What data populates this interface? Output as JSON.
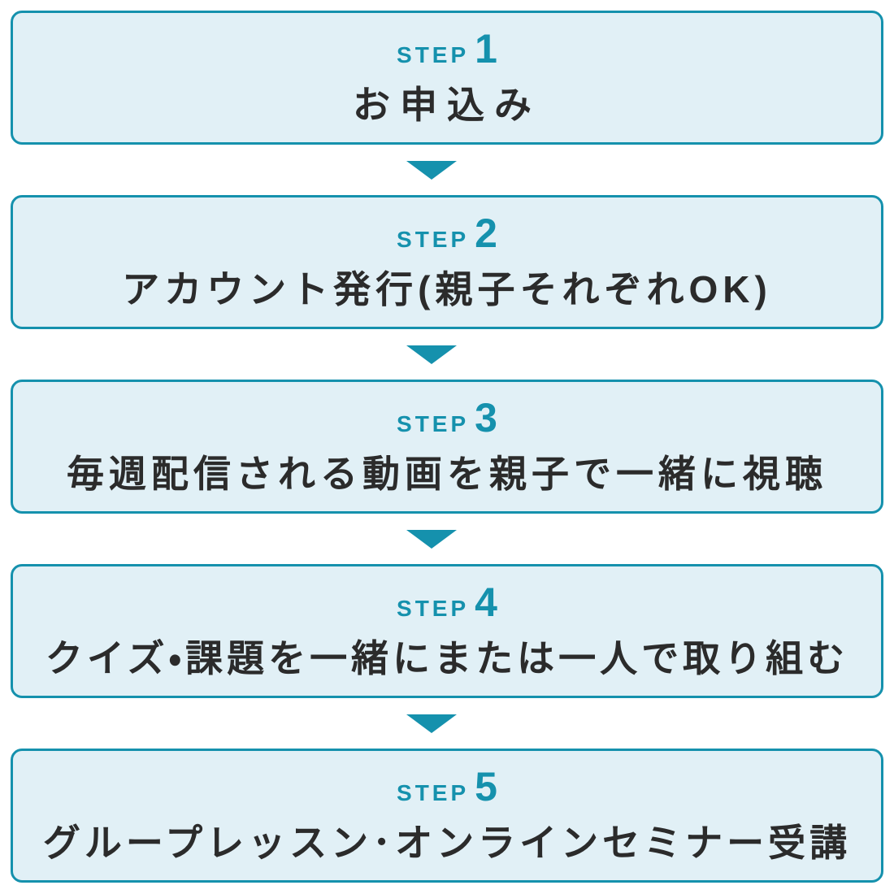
{
  "colors": {
    "accent_teal": "#1591ad",
    "box_background": "#e1f0f6",
    "box_border": "#1591ad",
    "title_text": "#2b2b2b",
    "page_background": "#ffffff"
  },
  "arrow_icon": "down-triangle",
  "steps": [
    {
      "label": "STEP",
      "number": "1",
      "title": "お申込み"
    },
    {
      "label": "STEP",
      "number": "2",
      "title": "アカウント発行(親子それぞれOK)"
    },
    {
      "label": "STEP",
      "number": "3",
      "title": "毎週配信される動画を親子で一緒に視聴"
    },
    {
      "label": "STEP",
      "number": "4",
      "title": "クイズ・課題を一緒にまたは一人で取り組む"
    },
    {
      "label": "STEP",
      "number": "5",
      "title": "グループレッスン･オンラインセミナー受講"
    }
  ]
}
